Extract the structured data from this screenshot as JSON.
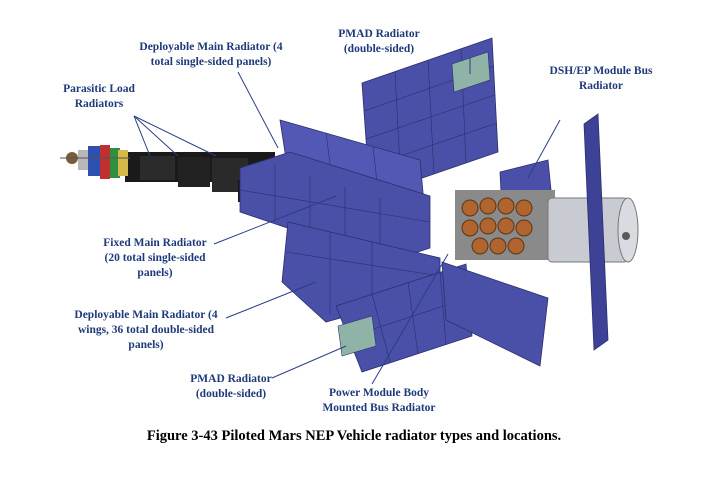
{
  "labels": {
    "pmad_top": "PMAD Radiator\n(double-sided)",
    "deployable_top": "Deployable Main Radiator (4\ntotal single-sided panels)",
    "dsh_ep": "DSH/EP Module Bus\nRadiator",
    "parasitic": "Parasitic Load\nRadiators",
    "fixed_main": "Fixed Main Radiator\n(20 total single-sided\npanels)",
    "deployable_wings": "Deployable Main Radiator (4\nwings, 36 total double-sided\npanels)",
    "pmad_bottom": "PMAD Radiator\n(double-sided)",
    "power_module": "Power Module Body\nMounted Bus Radiator"
  },
  "caption": "Figure 3-43  Piloted Mars NEP Vehicle radiator types and locations.",
  "colors": {
    "panel": "#4a4fa8",
    "panel_dark": "#363a86",
    "panel_light": "#6166c0",
    "pmad": "#8fb3a6",
    "label_text": "#1f3a7a",
    "leader": "#2a3f85",
    "truss": "#1a1a1a",
    "tank": "#c8cbd1",
    "rim": "#b0642e"
  }
}
